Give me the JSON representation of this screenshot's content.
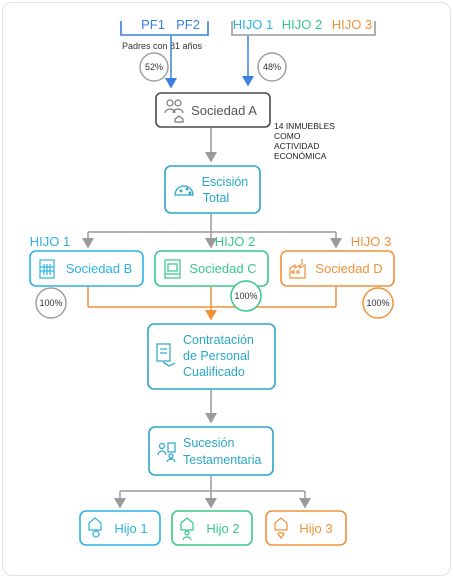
{
  "top": {
    "parents": {
      "pf1": "PF1",
      "pf2": "PF2",
      "caption": "Padres con 81 años",
      "pct": "52%"
    },
    "children": {
      "hijo1": "HIJO 1",
      "hijo2": "HIJO 2",
      "hijo3": "HIJO 3",
      "pct": "48%"
    }
  },
  "sociedad_a": {
    "label": "Sociedad A",
    "note_lines": [
      "14 INMUEBLES",
      "COMO",
      "ACTIVIDAD",
      "ECONÓMICA"
    ]
  },
  "escision": {
    "line1": "Escisión",
    "line2": "Total"
  },
  "branches": [
    {
      "owner": "HIJO 1",
      "label": "Sociedad B",
      "pct": "100%"
    },
    {
      "owner": "HIJO 2",
      "label": "Sociedad C",
      "pct": "100%"
    },
    {
      "owner": "HIJO 3",
      "label": "Sociedad D",
      "pct": "100%"
    }
  ],
  "contratacion": {
    "lines": [
      "Contratación",
      "de Personal",
      "Cualificado"
    ]
  },
  "sucesion": {
    "line1": "Sucesión",
    "line2": "Testamentaria"
  },
  "heirs": [
    {
      "label": "Hijo 1"
    },
    {
      "label": "Hijo 2"
    },
    {
      "label": "Hijo 3"
    }
  ],
  "colors": {
    "blue": "#3b7fe0",
    "teal": "#2aa7c9",
    "cyan": "#2bb3e6",
    "green": "#36c98a",
    "orange": "#f0913a",
    "gray": "#9a9a9a",
    "dark": "#4a4a4a"
  }
}
